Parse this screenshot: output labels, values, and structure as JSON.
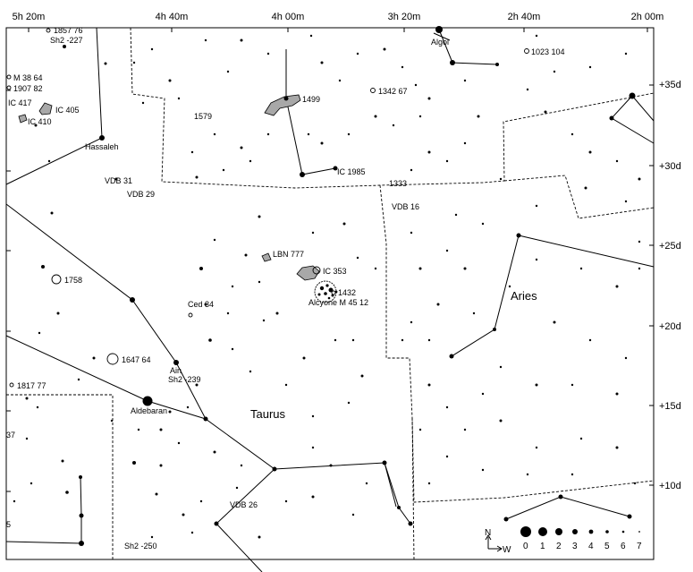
{
  "ra_labels": [
    "5h 20m",
    "4h 40m",
    "4h 00m",
    "3h 20m",
    "2h 40m",
    "2h 00m"
  ],
  "dec_labels": [
    "+35d",
    "+30d",
    "+25d",
    "+20d",
    "+15d",
    "+10d"
  ],
  "constellations": [
    "Aries",
    "Taurus"
  ],
  "object_labels": [
    "1857 76",
    "Sh2 -227",
    "Algol",
    "1023 104",
    "M 38 64",
    "1907 82",
    "IC 417",
    "IC 405",
    "IC 410",
    "1579",
    "1499",
    "1342 67",
    "Hassaleh",
    "IC 1985",
    "VDB 31",
    "VDB 29",
    "1333",
    "VDB 16",
    "LBN 777",
    "IC 353",
    "1758",
    "1432",
    "Alcyone M 45 12",
    "Ced 34",
    "1647 64",
    "Ain",
    "Sh2 -239",
    "1817 77",
    "Aldebaran",
    "37",
    "5",
    "VDB 26",
    "Sh2 -250"
  ],
  "legend": {
    "north": "N",
    "west": "W",
    "magnitudes": [
      "0",
      "1",
      "2",
      "3",
      "4",
      "5",
      "6",
      "7"
    ]
  },
  "colors": {
    "background": "#ffffff",
    "ink": "#000000",
    "nebula": "#a8a8a8"
  }
}
